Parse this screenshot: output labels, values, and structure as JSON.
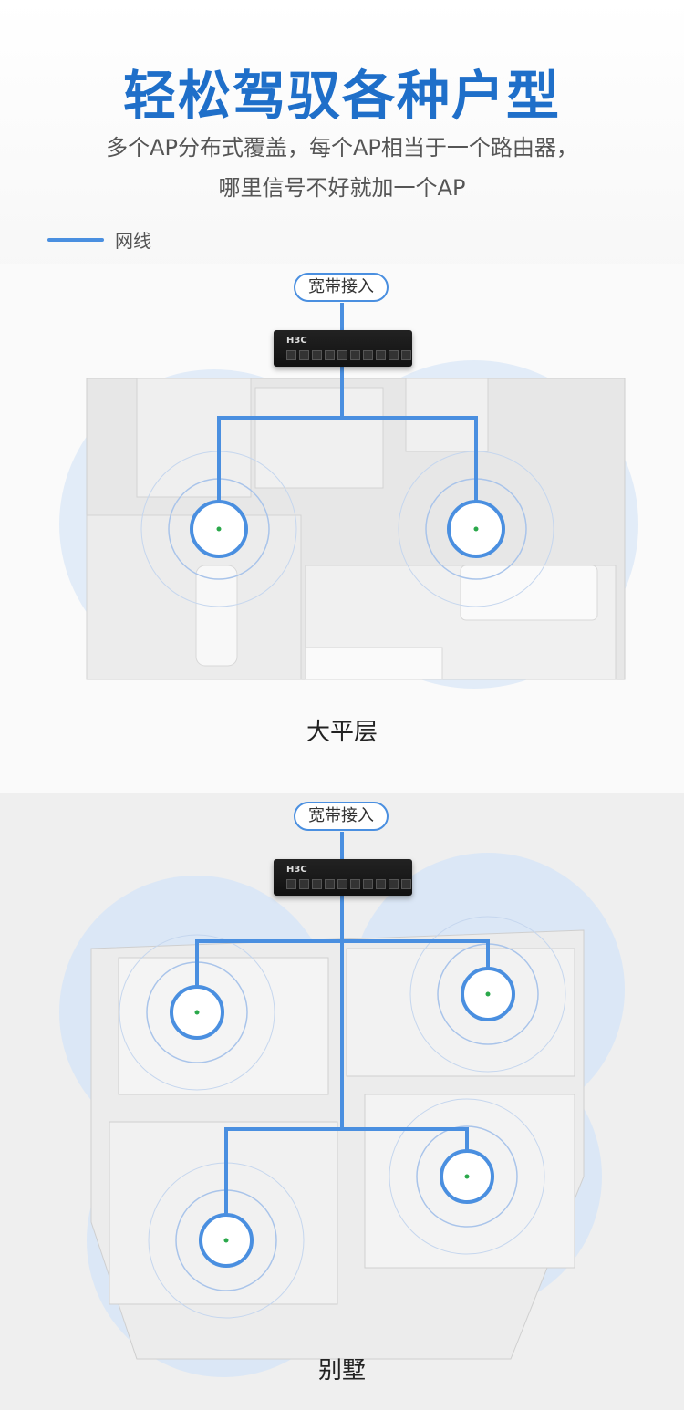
{
  "title": "轻松驾驭各种户型",
  "subtitle_line1": "多个AP分布式覆盖，每个AP相当于一个路由器，",
  "subtitle_line2": "哪里信号不好就加一个AP",
  "legend": {
    "label": "网线",
    "color": "#4a8fe0"
  },
  "sections": [
    {
      "input_label": "宽带接入",
      "switch_brand": "H3C",
      "caption": "大平层"
    },
    {
      "input_label": "宽带接入",
      "switch_brand": "H3C",
      "caption": "别墅"
    }
  ],
  "colors": {
    "accent": "#1f6fc9",
    "cable": "#4a8fe0",
    "coverage": "#c9dcf5"
  },
  "icons": [
    "ap-device-icon",
    "switch-icon"
  ]
}
